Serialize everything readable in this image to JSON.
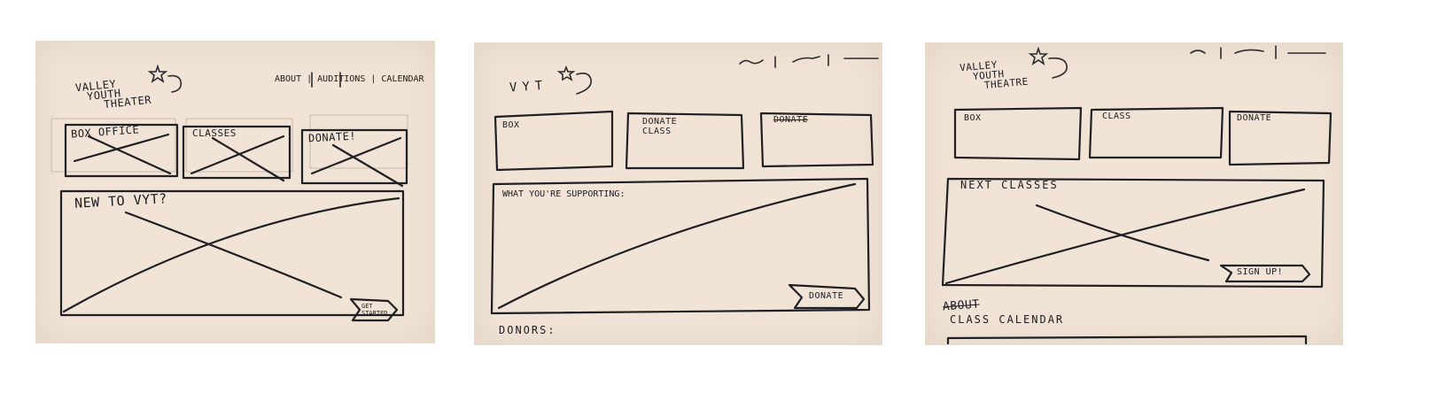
{
  "sketch1": {
    "logo_line1": "VALLEY",
    "logo_line2": "YOUTH",
    "logo_line3": "THEATER",
    "nav": "ABOUT | AUDITIONS | CALENDAR",
    "tiles": [
      "BOX OFFICE",
      "CLASSES",
      "DONATE!"
    ],
    "hero_title": "NEW TO VYT?",
    "hero_button": "GET STARTED"
  },
  "sketch2": {
    "logo": "VYT",
    "tiles": [
      "BOX",
      "DONATE CLASS",
      "DONATE"
    ],
    "hero_title": "WHAT YOU'RE SUPPORTING:",
    "hero_button": "DONATE",
    "footer": "DONORS:"
  },
  "sketch3": {
    "logo_line1": "VALLEY",
    "logo_line2": "YOUTH",
    "logo_line3": "THEATRE",
    "tiles": [
      "BOX",
      "CLASS",
      "DONATE"
    ],
    "hero_title": "NEXT CLASSES",
    "hero_button": "SIGN UP!",
    "crossed_heading": "ABOUT",
    "heading": "CLASS CALENDAR"
  }
}
